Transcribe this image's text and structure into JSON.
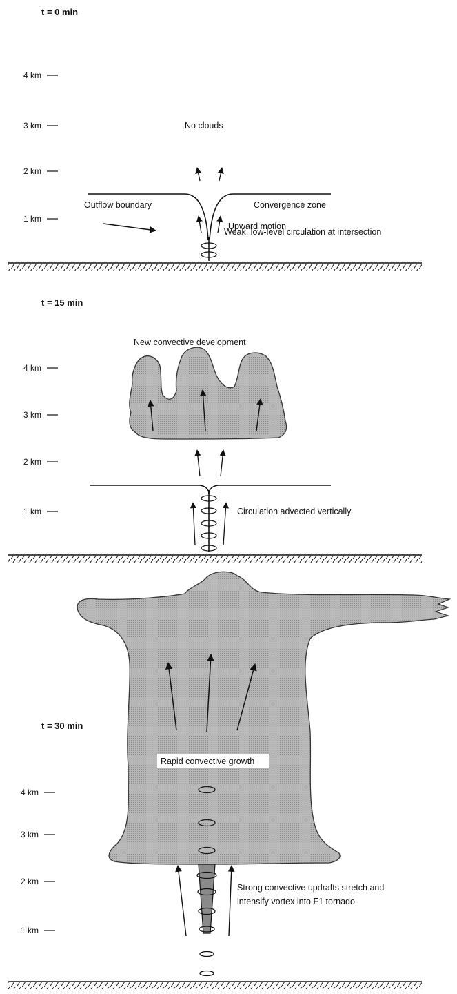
{
  "panels": [
    {
      "title": "t = 0 min",
      "altitudes": [
        "4 km",
        "3 km",
        "2 km",
        "1 km"
      ],
      "labels": {
        "no_clouds": "No clouds",
        "outflow_boundary": "Outflow boundary",
        "convergence_zone": "Convergence zone",
        "upward_motion": "Upward motion",
        "circulation": "Weak, low-level circulation at intersection"
      }
    },
    {
      "title": "t = 15 min",
      "altitudes": [
        "4 km",
        "3 km",
        "2 km",
        "1 km"
      ],
      "labels": {
        "new_development": "New convective development",
        "circulation_advected": "Circulation advected vertically"
      }
    },
    {
      "title": "t = 30 min",
      "altitudes": [
        "4 km",
        "3 km",
        "2 km",
        "1 km"
      ],
      "labels": {
        "rapid_growth": "Rapid convective growth",
        "updrafts_line1": "Strong convective updrafts stretch and",
        "updrafts_line2": "intensify vortex into F1 tornado"
      }
    }
  ],
  "colors": {
    "cloud_fill": "#b0b0b0",
    "cloud_stroke": "#333333",
    "line": "#111111"
  }
}
